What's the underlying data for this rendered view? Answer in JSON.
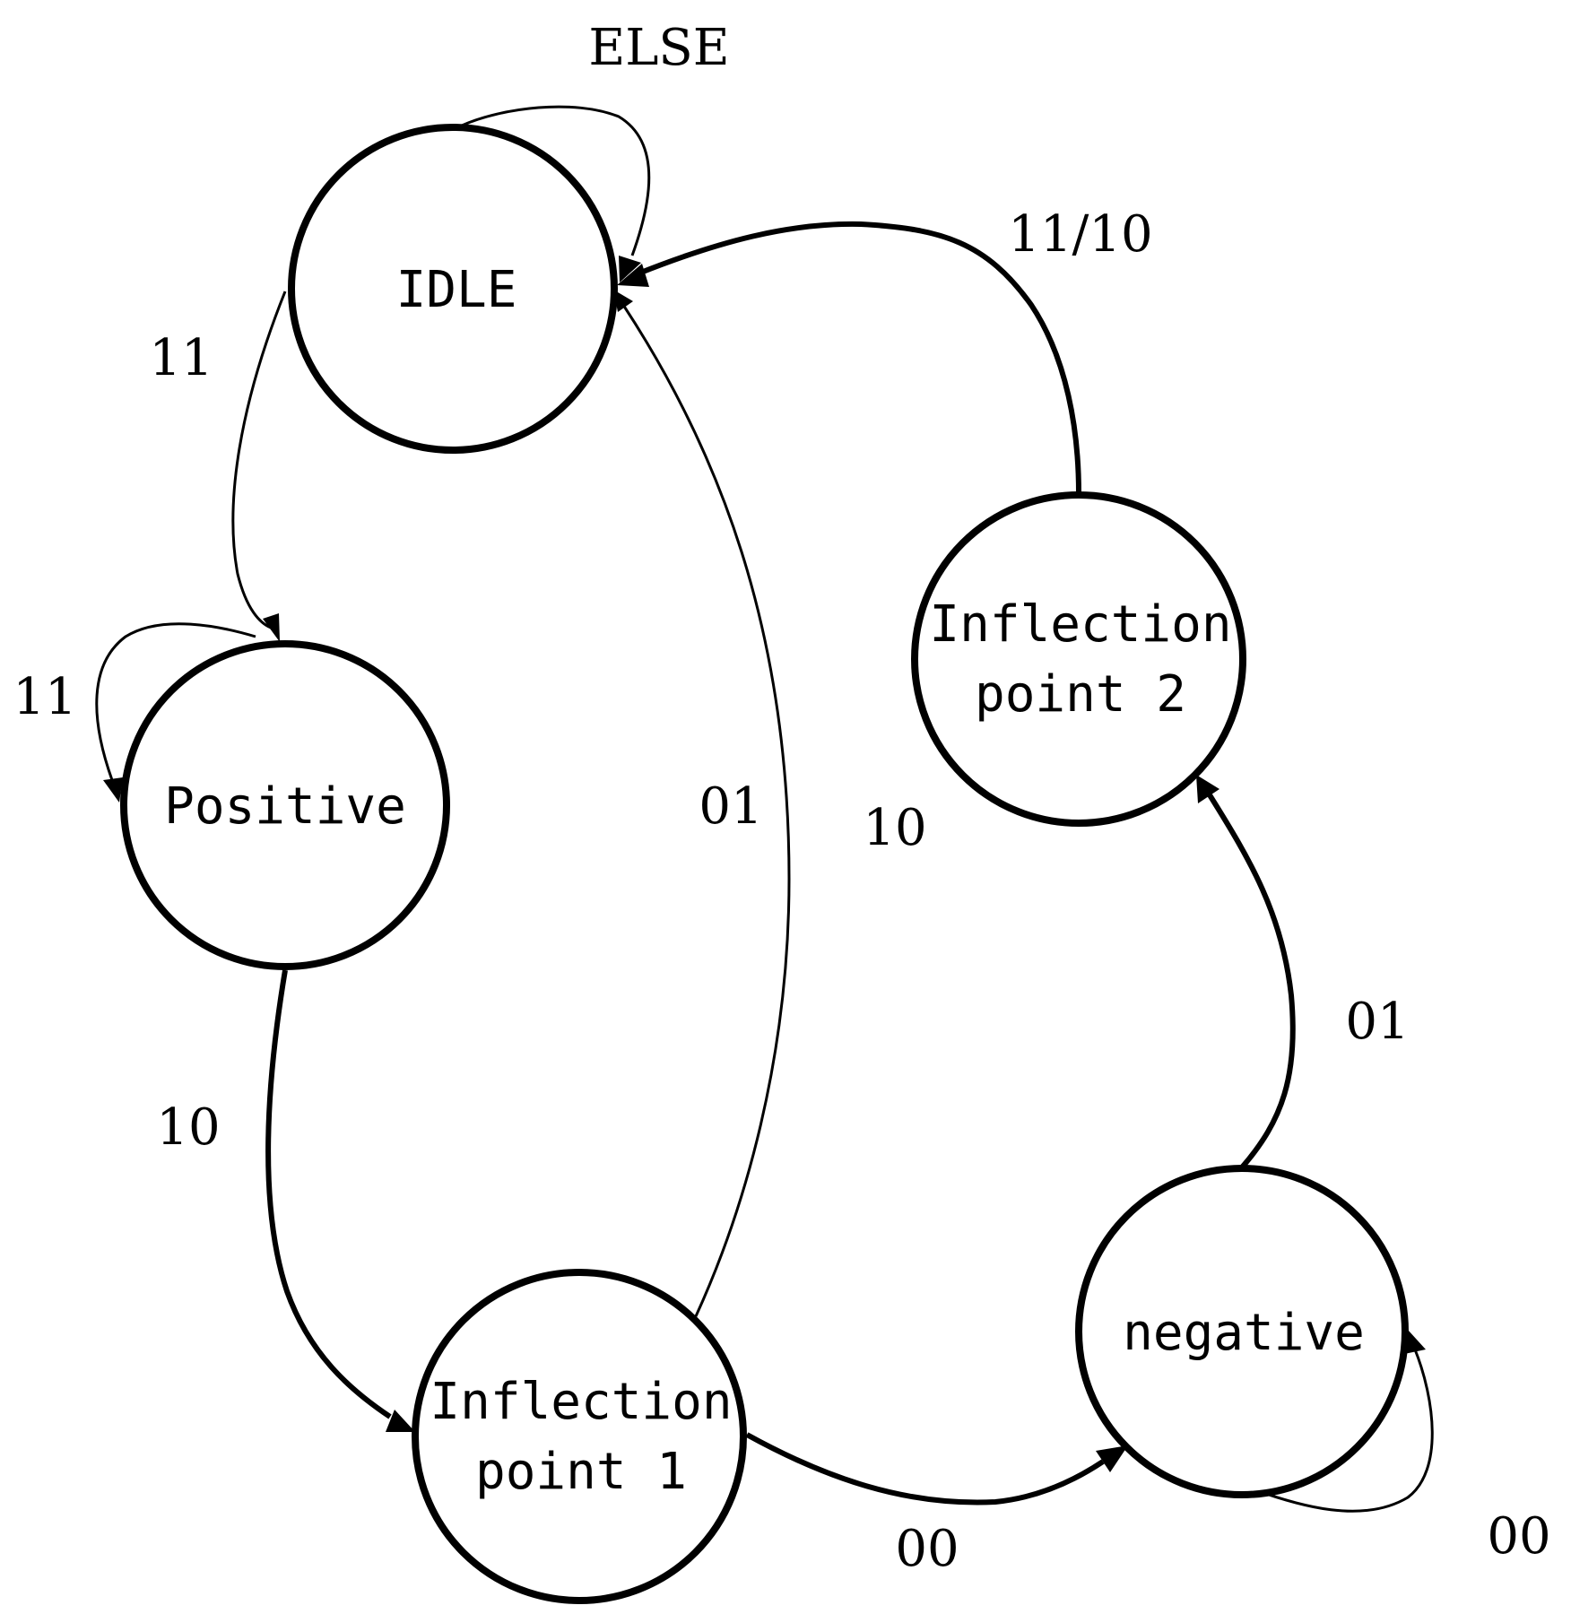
{
  "states": {
    "idle": "IDLE",
    "positive": "Positive",
    "inflection1": {
      "line1": "Inflection",
      "line2": "point 1"
    },
    "inflection2": {
      "line1": "Inflection",
      "line2": "point 2"
    },
    "negative": "negative"
  },
  "transitions": {
    "idle_self": "ELSE",
    "idle_to_positive": "11",
    "positive_self": "11",
    "positive_to_inflection1": "10",
    "inflection1_to_idle": "01",
    "inflection1_to_negative": "00",
    "negative_self": "00",
    "negative_to_inflection2": "01",
    "inflection2_to_idle": "11/10",
    "inflection2_to_negative": "10"
  }
}
